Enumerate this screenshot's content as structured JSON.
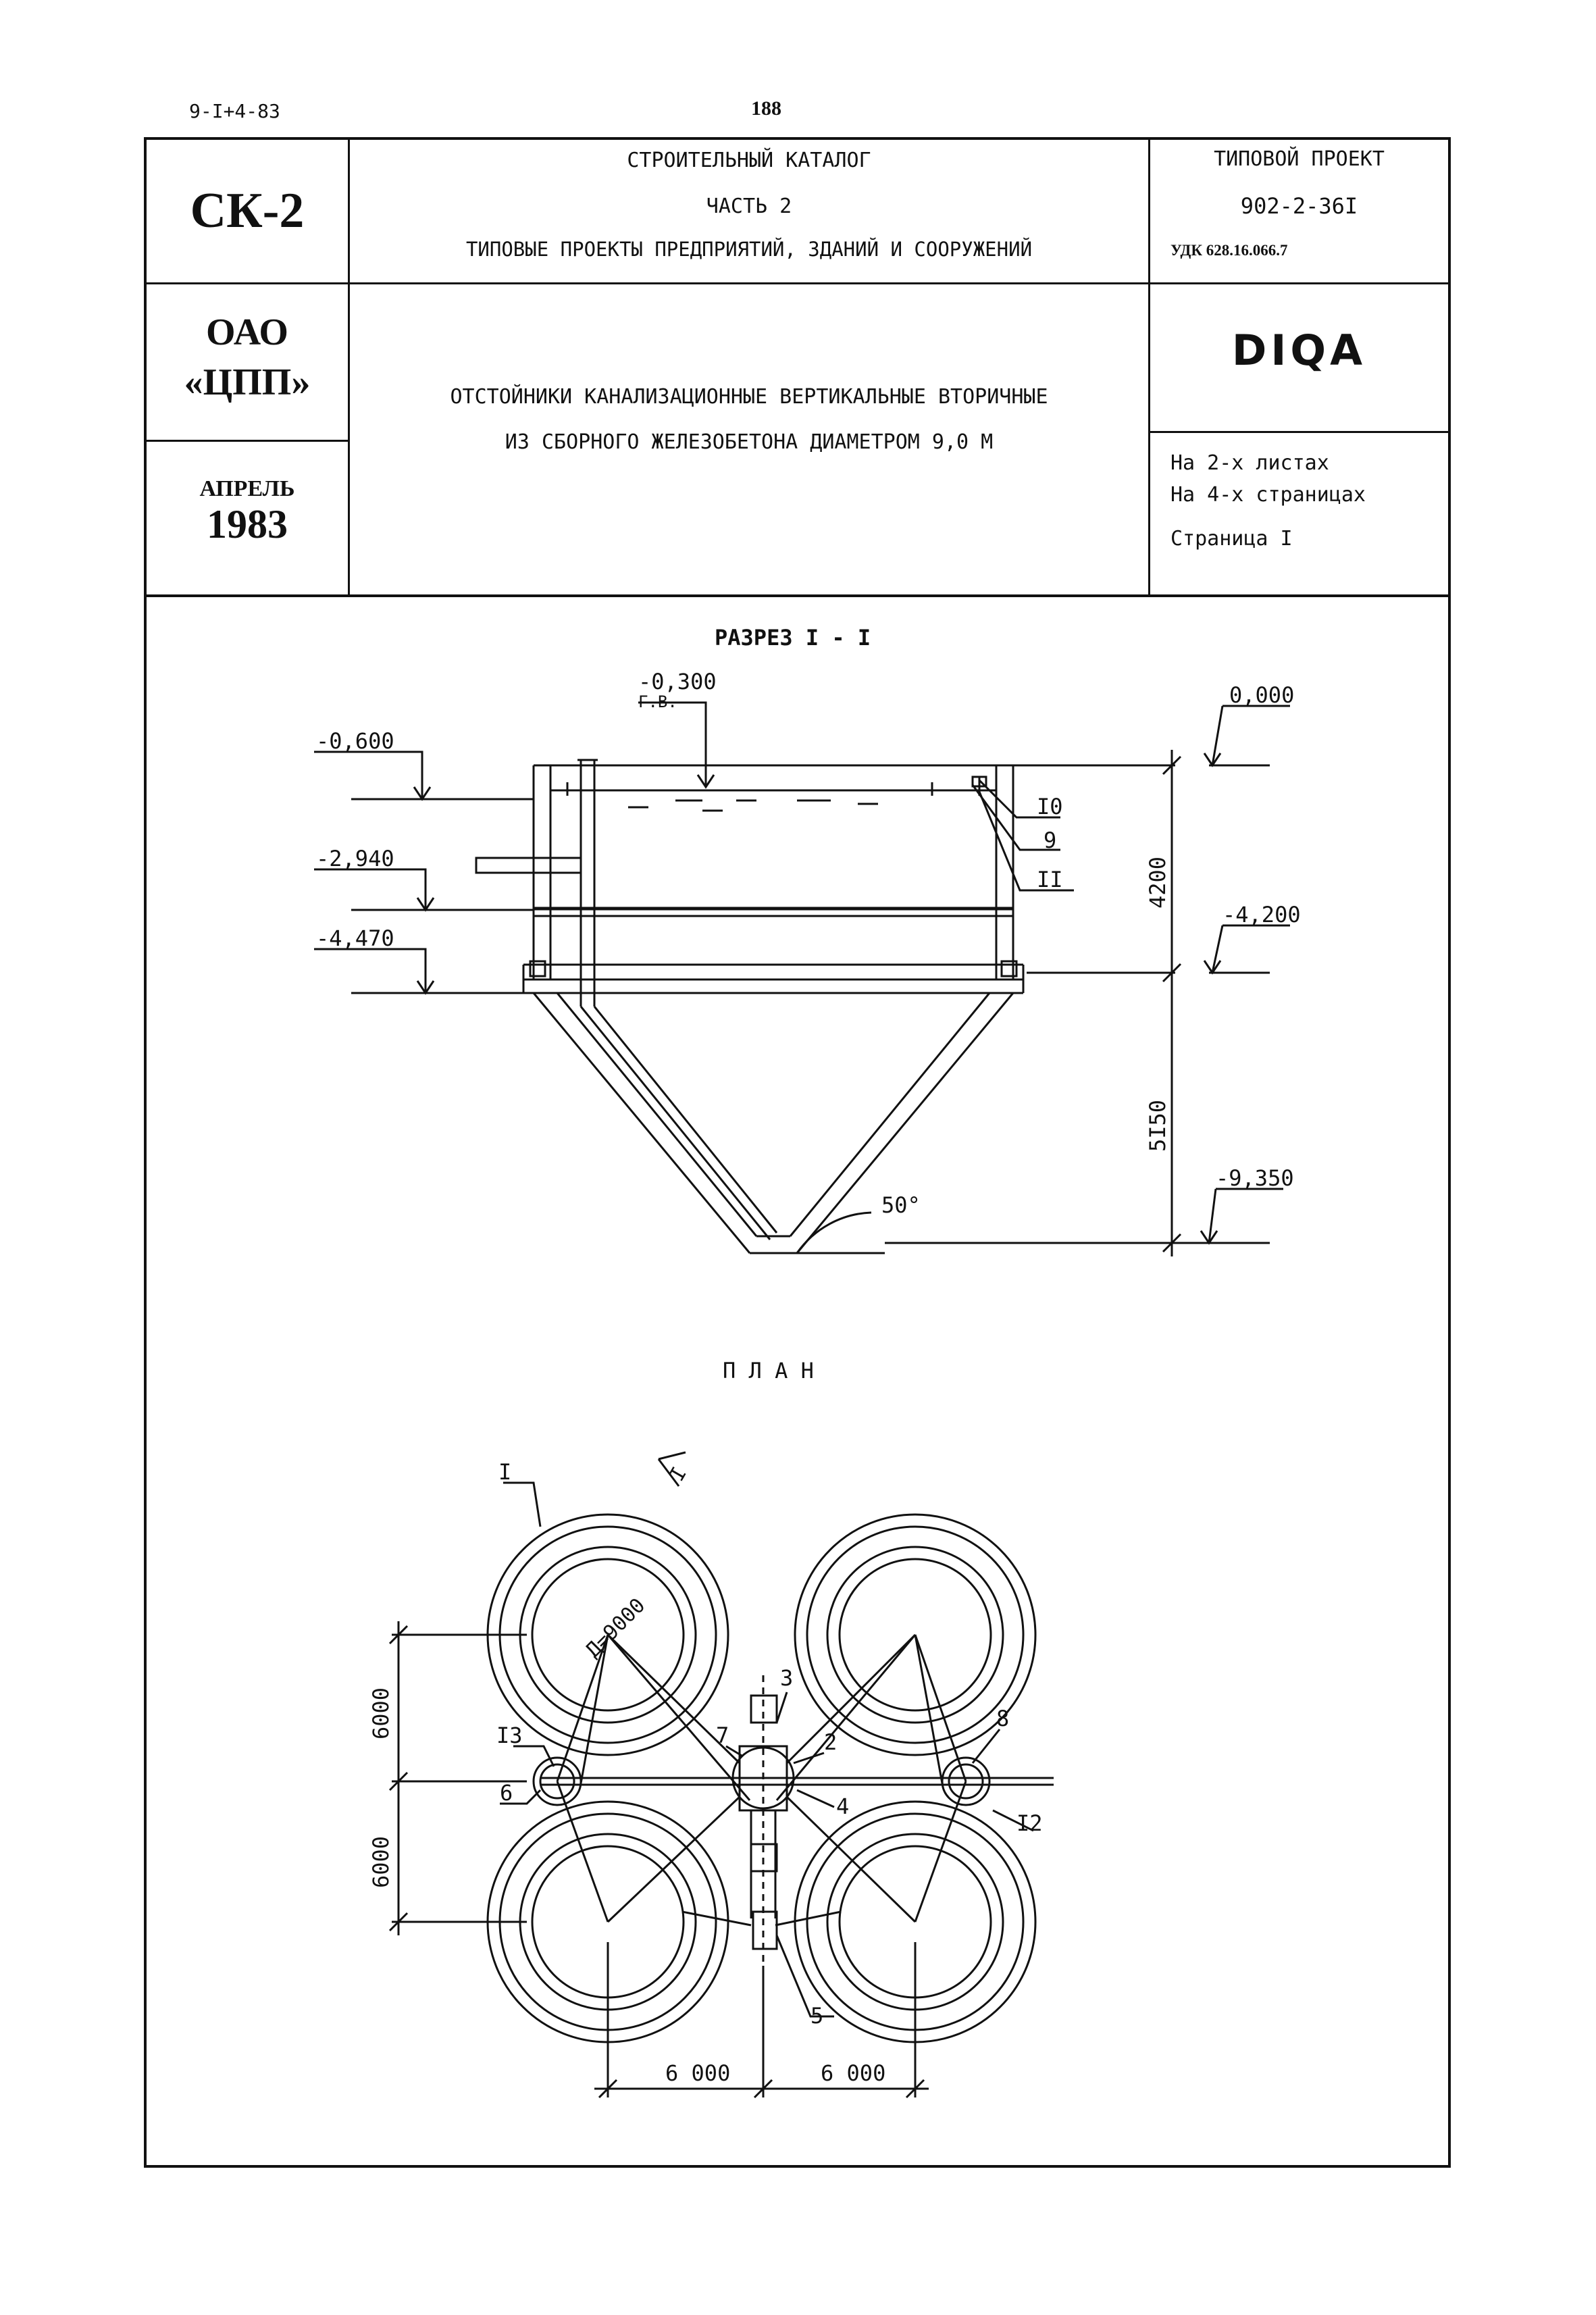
{
  "page_header": {
    "series_code": "9-I+4-83",
    "page_number": "188"
  },
  "title_block": {
    "left_code": "СК-2",
    "org_line1": "ОАО",
    "org_line2": "«ЦПП»",
    "month": "АПРЕЛЬ",
    "year": "1983",
    "catalog_title": "СТРОИТЕЛЬНЫЙ КАТАЛОГ",
    "catalog_part": "ЧАСТЬ 2",
    "catalog_subtitle": "ТИПОВЫЕ ПРОЕКТЫ ПРЕДПРИЯТИЙ, ЗДАНИЙ И СООРУЖЕНИЙ",
    "project_label": "ТИПОВОЙ ПРОЕКТ",
    "project_number": "902-2-36I",
    "udc": "УДК 628.16.066.7",
    "doc_title_line1": "ОТСТОЙНИКИ КАНАЛИЗАЦИОННЫЕ ВЕРТИКАЛЬНЫЕ ВТОРИЧНЫЕ",
    "doc_title_line2": "ИЗ СБОРНОГО ЖЕЛЕЗОБЕТОНА ДИАМЕТРОМ 9,0 М",
    "doc_code": "DIQA",
    "sheets": "На 2-х листах",
    "pages": "На 4-х страницах",
    "page": "Страница I"
  },
  "section": {
    "title": "РАЗРЕЗ I - I",
    "water_level": "-0,300",
    "water_level_note": "Г.В.",
    "elev_top": "0,000",
    "elev_left_1": "-0,600",
    "elev_left_2": "-2,940",
    "elev_left_3": "-4,470",
    "elev_right_mid": "-4,200",
    "elev_bottom": "-9,350",
    "dim_upper": "4200",
    "dim_lower": "5I50",
    "angle": "50°",
    "callouts": [
      "I0",
      "9",
      "II"
    ]
  },
  "plan": {
    "title": "П Л А Н",
    "diameter_label": "Д=9000",
    "section_mark": "I",
    "dim_vertical": [
      "6000",
      "6000"
    ],
    "dim_horizontal": [
      "6 000",
      "6 000"
    ],
    "callouts": [
      "I",
      "I3",
      "6",
      "7",
      "3",
      "2",
      "4",
      "8",
      "I2",
      "5"
    ]
  }
}
